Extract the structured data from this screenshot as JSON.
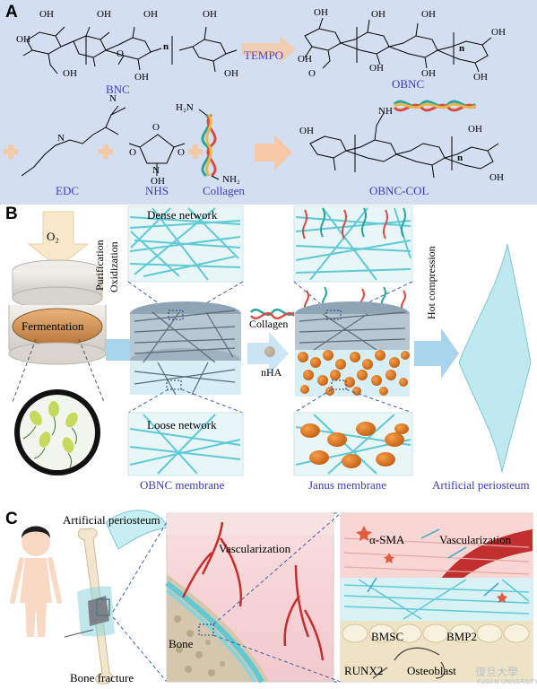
{
  "panel_a": {
    "label": "A",
    "bnc": "BNC",
    "tempo": "TEMPO",
    "obnc": "OBNC",
    "edc": "EDC",
    "nhs": "NHS",
    "collagen": "Collagen",
    "obnc_col": "OBNC-COL",
    "repeat_n": "n",
    "atoms": {
      "oh": "OH",
      "o": "O",
      "n": "N",
      "h2n": "H₂N",
      "nh2": "NH₂",
      "nh": "NH"
    }
  },
  "panel_b": {
    "label": "B",
    "o2": "O₂",
    "fermentation": "Fermentation",
    "purification": "Purification",
    "oxidization": "Oxidization",
    "dense_network": "Dense network",
    "loose_network": "Loose network",
    "collagen": "Collagen",
    "nha": "nHA",
    "hot_compression": "Hot compression",
    "obnc_membrane": "OBNC membrane",
    "janus_membrane": "Janus membrane",
    "artificial_periosteum": "Artificial periosteum"
  },
  "panel_c": {
    "label": "C",
    "artificial_periosteum": "Artificial periosteum",
    "bone_fracture": "Bone fracture",
    "vascularization_mid": "Vascularization",
    "bone": "Bone",
    "a_sma": "α-SMA",
    "vascularization_right": "Vascularization",
    "bmsc": "BMSC",
    "bmp2": "BMP2",
    "runx2": "RUNX2",
    "osteoblast": "Osteoblast"
  },
  "watermark": {
    "cn": "復旦大學",
    "en": "FUDAN UNIVERSITY"
  },
  "colors": {
    "panel_a_bg": "#d3dff0",
    "label_blue": "#3b3bb8",
    "arrow_blue": "#a9d4ee",
    "fiber_cyan": "#5fc9d4",
    "nha_orange": "#e07c1e",
    "arrow_peach": "#f6c9a6"
  }
}
